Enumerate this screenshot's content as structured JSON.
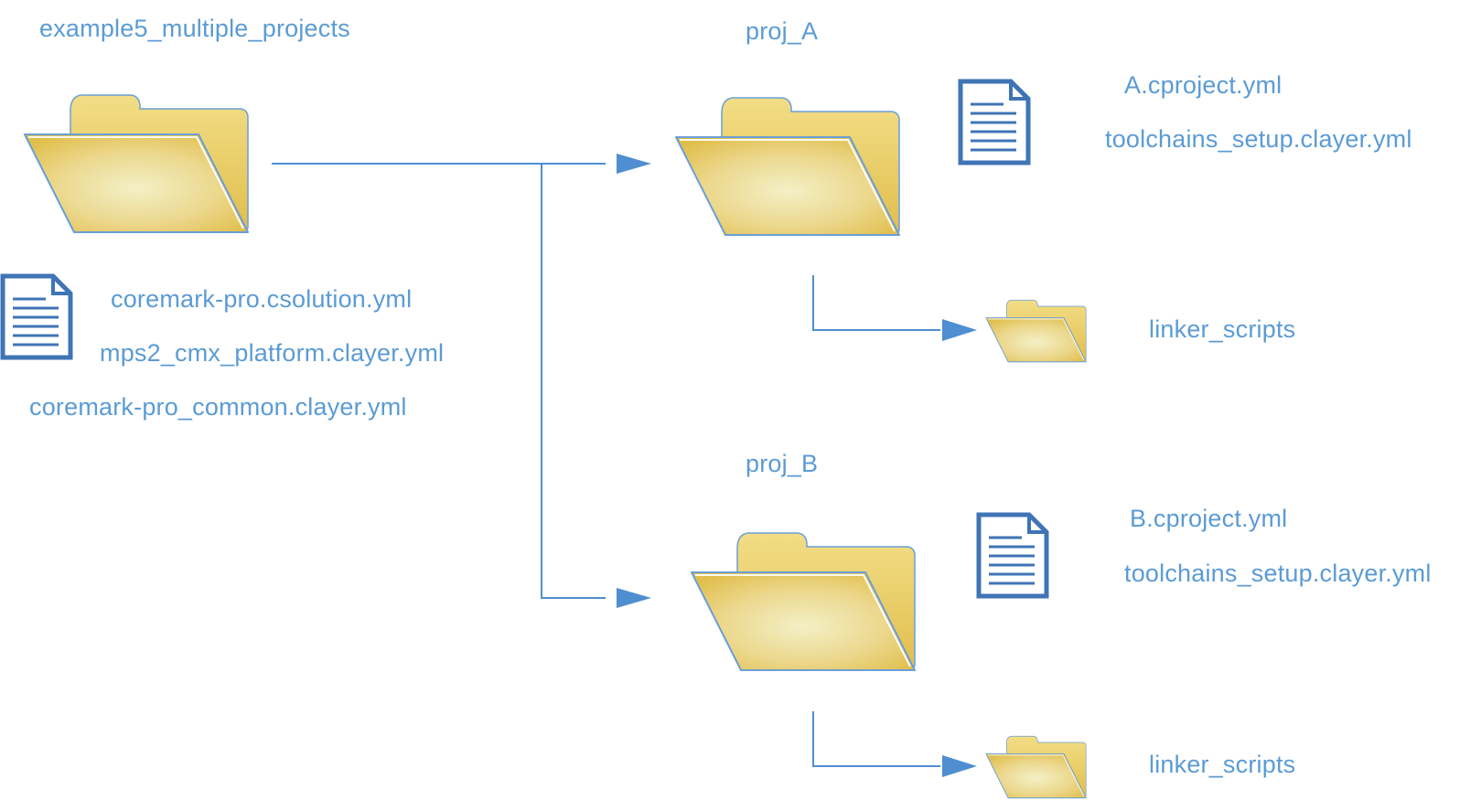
{
  "colors": {
    "text": "#5b9bd5",
    "connector": "#4f8ed0",
    "folder_fill_light": "#f3f0c6",
    "folder_fill_dark": "#e1be4c",
    "folder_stroke": "#6a9fd6",
    "document_stroke": "#3f74b5"
  },
  "root": {
    "name": "example5_multiple_projects",
    "icon": "folder-open-icon",
    "files": [
      "coremark-pro.csolution.yml",
      "mps2_cmx_platform.clayer.yml",
      "coremark-pro_common.clayer.yml"
    ],
    "files_icon": "document-icon"
  },
  "projects": [
    {
      "name": "proj_A",
      "icon": "folder-open-icon",
      "files": [
        "A.cproject.yml",
        "toolchains_setup.clayer.yml"
      ],
      "files_icon": "document-icon",
      "subfolder": "linker_scripts"
    },
    {
      "name": "proj_B",
      "icon": "folder-open-icon",
      "files": [
        "B.cproject.yml",
        "toolchains_setup.clayer.yml"
      ],
      "files_icon": "document-icon",
      "subfolder": "linker_scripts"
    }
  ]
}
